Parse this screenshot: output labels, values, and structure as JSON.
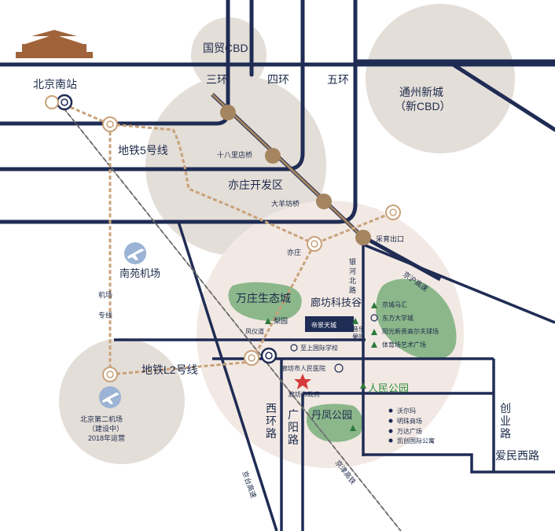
{
  "places": {
    "guomao_cbd": "国贸CBD",
    "tongzhou_line1": "通州新城",
    "tongzhou_line2": "（新CBD）",
    "yizhuang_dev": "亦庄开发区",
    "nanyuan_airport": "南苑机场",
    "airport2_line1": "北京第二机场",
    "airport2_line2": "（建设中）",
    "airport2_line3": "2018年运营",
    "wanzhuang": "万庄生态城",
    "langfang_tech": "廊坊科技谷",
    "people_park": "人民公园",
    "danfeng_park": "丹凤公园"
  },
  "rings": {
    "third": "三环",
    "fourth": "四环",
    "fifth": "五环"
  },
  "stations": {
    "beijing_south": "北京南站",
    "shibali": "十八里店桥",
    "dayangfang": "大羊坊桥",
    "caiyu": "采育出口",
    "yizhuang": "亦庄",
    "fengyi": "凤仪道"
  },
  "metro": {
    "line5": "地铁5号线",
    "l2": "地铁L2号线",
    "airport_line_1": "机场",
    "airport_line_2": "专线"
  },
  "roads": {
    "yinhe_1": "银",
    "yinhe_2": "河",
    "yinhe_3": "北",
    "yinhe_4": "路",
    "jinghu": "京沪高速",
    "jingtai": "京台高速",
    "jingjin": "京津高铁",
    "xihuan_1": "西",
    "xihuan_2": "环",
    "xihuan_3": "路",
    "guangyang_1": "广",
    "guangyang_2": "阳",
    "guangyang_3": "路",
    "chuangye_1": "创",
    "chuangye_2": "业",
    "chuangye_3": "路",
    "aimin": "爱民西路"
  },
  "poi": {
    "liyuan": "梨园",
    "music_park_1": "音乐",
    "music_park_2": "果园",
    "project": "帝景天城",
    "intl_school": "至上国际学校",
    "hospital": "廊坊市人民医院",
    "government": "廊坊市政府",
    "jingcheng": "京城马汇",
    "dongfang": "东方大学城",
    "yangguang": "阳光新贵高尔夫球场",
    "sports": "体育场艺术广场",
    "walmart": "沃尔玛",
    "mingzhu": "明珠商场",
    "wanda": "万达广场",
    "kaiyi": "凯创国际公寓"
  },
  "colors": {
    "road_navy": "#1f2c54",
    "circle_gray": "#e2dcd6",
    "circle_pink": "#f3ebe6",
    "metro_tan": "#c9a27a",
    "highway_brown": "#a58560",
    "green": "#7fb181",
    "green_dark": "#2d7a3c",
    "label_green": "#2e8b3a",
    "star_red": "#d63a3a"
  }
}
